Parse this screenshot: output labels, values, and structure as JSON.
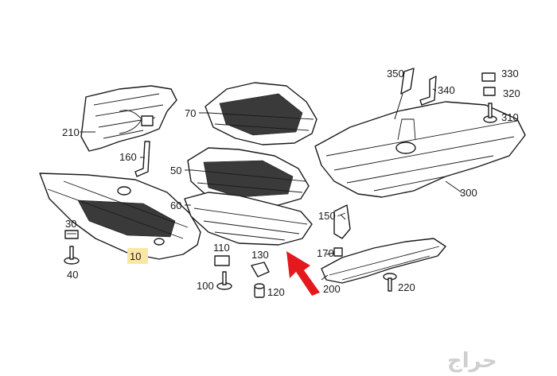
{
  "diagram": {
    "callouts": {
      "c10": "10",
      "c30": "30",
      "c40": "40",
      "c50": "50",
      "c60": "60",
      "c70": "70",
      "c100": "100",
      "c110": "110",
      "c120": "120",
      "c130": "130",
      "c150": "150",
      "c160": "160",
      "c170": "170",
      "c200": "200",
      "c210": "210",
      "c220": "220",
      "c300": "300",
      "c310": "310",
      "c320": "320",
      "c330": "330",
      "c340": "340",
      "c350": "350"
    },
    "highlight_color": "#fbe7a5",
    "arrow_color": "#e3191d"
  },
  "watermark": {
    "text": "حراج"
  }
}
